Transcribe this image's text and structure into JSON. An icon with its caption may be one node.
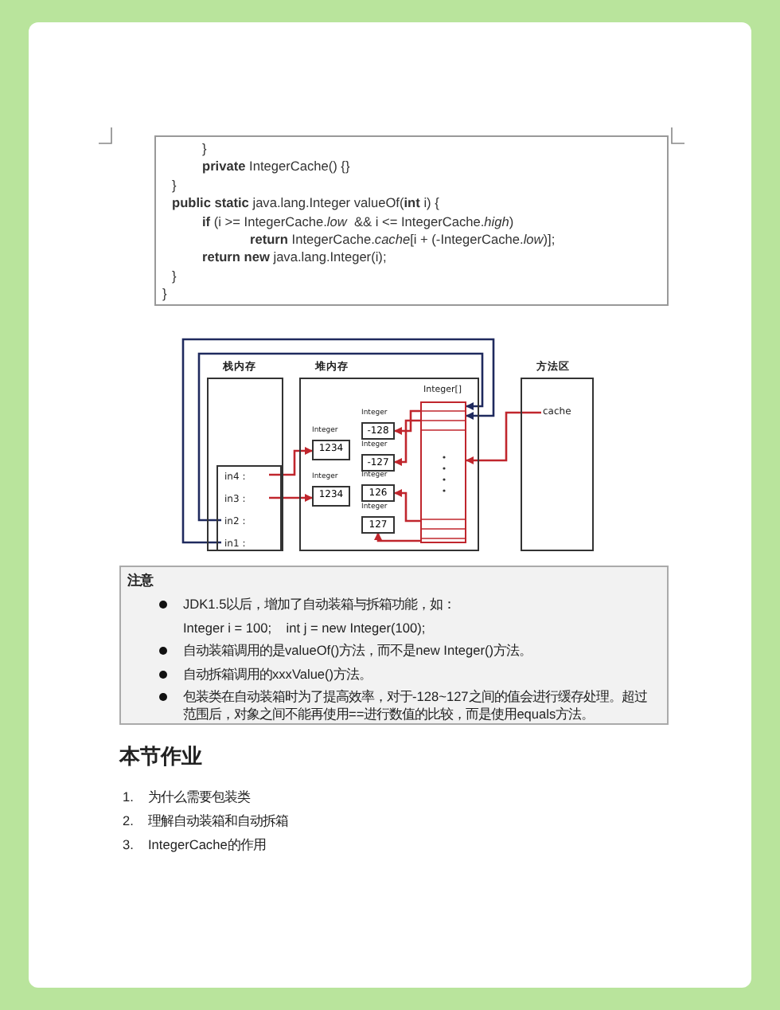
{
  "diagram": {
    "nodes": [
      {
        "text": [
          "}",
          "**private** IntegerCache() {}",
          "}",
          "**public static** java.lang.Integer valueOf(**int** i) {",
          "**if** (i >= IntegerCache.*low*  && i <= IntegerCache.*high*)",
          "**return** IntegerCache.*cache*[i + (-IntegerCache.*low*)];",
          "**return new** java.lang.Integer(i);",
          "}",
          "}"
        ]
      },
      {
        "text": [
          "栈内存"
        ]
      },
      {
        "text": [],
        "shape": "box",
        "in": 1
      },
      {
        "text": [
          "in4 :"
        ],
        "in": 2
      },
      {
        "text": [
          "in3 :"
        ],
        "in": 2
      },
      {
        "text": [
          "in2 :"
        ],
        "in": 2
      },
      {
        "text": [
          "in1 :"
        ],
        "in": 2
      },
      {
        "text": [
          "堆内存"
        ]
      },
      {
        "text": [
          "Integer",
          "1234"
        ],
        "in": 7
      },
      {
        "text": [
          "Integer",
          "1234"
        ],
        "in": 7
      },
      {
        "text": [
          "Integer",
          "-128"
        ],
        "in": 7
      },
      {
        "text": [
          "Integer",
          "-127"
        ],
        "in": 7
      },
      {
        "text": [
          "Integer",
          "126"
        ],
        "in": 7
      },
      {
        "text": [
          "Integer",
          "127"
        ],
        "in": 7
      },
      {
        "text": [
          "Integer[]"
        ],
        "in": 7
      },
      {
        "text": [
          "方法区"
        ]
      },
      {
        "text": [
          "cache"
        ],
        "in": 15
      },
      {
        "text": [
          "注意",
          "JDK1.5以后，增加了自动装箱与拆箱功能，如：",
          "Integer i = 100;    int j = new Integer(100);",
          "自动装箱调用的是valueOf()方法，而不是new Integer()方法。",
          "自动拆箱调用的xxxValue()方法。",
          "包装类在自动装箱时为了提高效率，对于-128~127之间的值会进行缓存处理。超过范围后，对象之间不能再使用==进行数值的比较，而是使用equals方法。"
        ]
      }
    ],
    "edges": [
      {
        "from": 3,
        "to": 8,
        "arrow": "to"
      },
      {
        "from": 4,
        "to": 9,
        "arrow": "to"
      },
      {
        "from": 5,
        "to": 14,
        "arrow": "to",
        "color": "#1f2a5e"
      },
      {
        "from": 6,
        "to": 14,
        "arrow": "to",
        "color": "#1f2a5e"
      },
      {
        "from": 16,
        "to": 14,
        "arrow": "to"
      },
      {
        "from": 14,
        "to": 10,
        "arrow": "to"
      },
      {
        "from": 14,
        "to": 11,
        "arrow": "to"
      },
      {
        "from": 14,
        "to": 12,
        "arrow": "to"
      },
      {
        "from": 14,
        "to": 13,
        "arrow": "to"
      }
    ],
    "labels": [
      "本节作业",
      "1.",
      "为什么需要包装类",
      "2.",
      "理解自动装箱和自动拆箱",
      "3.",
      "IntegerCache的作用"
    ]
  }
}
